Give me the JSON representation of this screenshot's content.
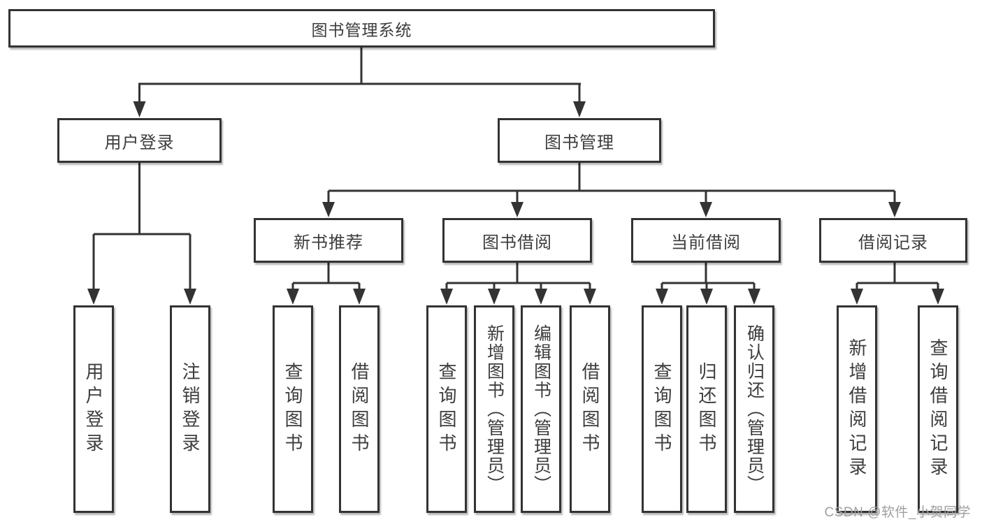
{
  "diagram": {
    "root": {
      "label": "图书管理系统"
    },
    "level2": [
      {
        "id": "user-login",
        "label": "用户登录"
      },
      {
        "id": "book-management",
        "label": "图书管理"
      }
    ],
    "level3": [
      {
        "id": "new-book-recommend",
        "label": "新书推荐"
      },
      {
        "id": "book-borrowing",
        "label": "图书借阅"
      },
      {
        "id": "current-borrowing",
        "label": "当前借阅"
      },
      {
        "id": "borrowing-records",
        "label": "借阅记录"
      }
    ],
    "level4": [
      {
        "parent": "user-login",
        "label": "用户登录"
      },
      {
        "parent": "user-login",
        "label": "注销登录"
      },
      {
        "parent": "new-book-recommend",
        "label": "查询图书"
      },
      {
        "parent": "new-book-recommend",
        "label": "借阅图书"
      },
      {
        "parent": "book-borrowing",
        "label": "查询图书"
      },
      {
        "parent": "book-borrowing",
        "label": "新增图书（管理员）"
      },
      {
        "parent": "book-borrowing",
        "label": "编辑图书（管理员）"
      },
      {
        "parent": "book-borrowing",
        "label": "借阅图书"
      },
      {
        "parent": "current-borrowing",
        "label": "查询图书"
      },
      {
        "parent": "current-borrowing",
        "label": "归还图书"
      },
      {
        "parent": "current-borrowing",
        "label": "确认归还（管理员）"
      },
      {
        "parent": "borrowing-records",
        "label": "新增借阅记录"
      },
      {
        "parent": "borrowing-records",
        "label": "查询借阅记录"
      }
    ],
    "watermark": "CSDN @软件_小贺同学",
    "colors": {
      "line": "#333333",
      "text": "#3d3d3d",
      "background": "#ffffff",
      "watermark": "#9f9f9f"
    }
  }
}
